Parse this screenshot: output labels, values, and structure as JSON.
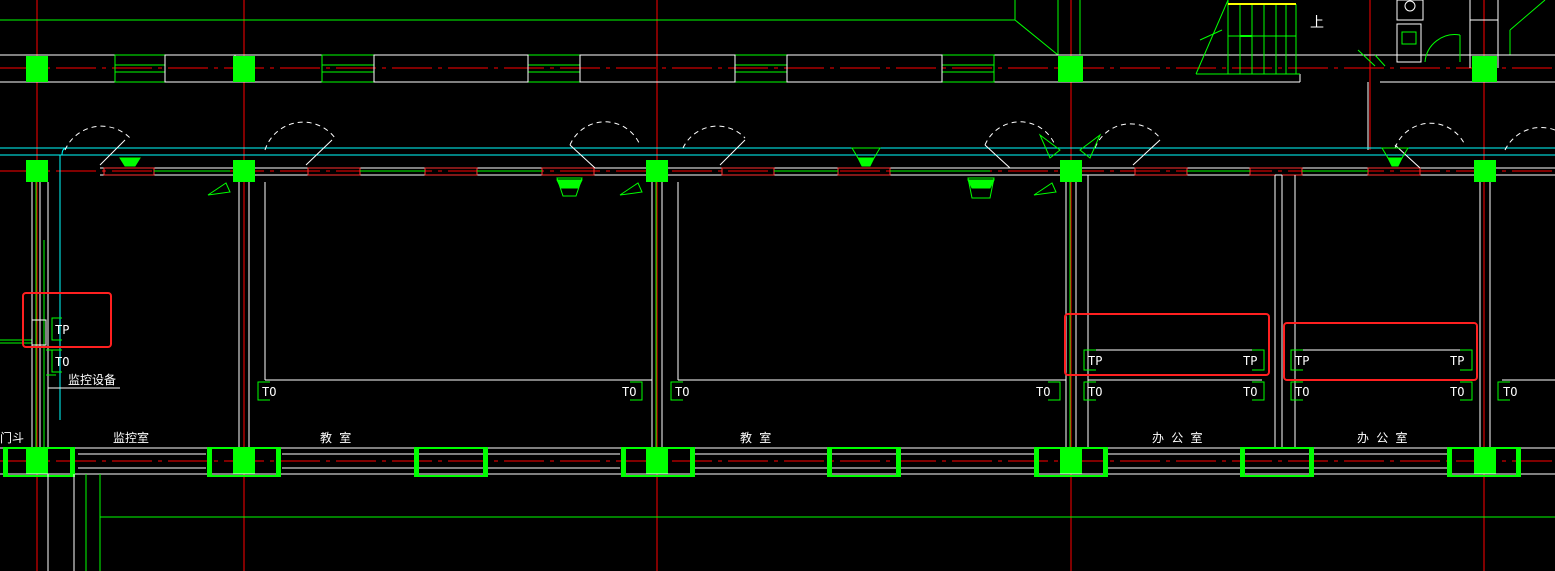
{
  "labels": {
    "stair_up": "上",
    "monitor_room_left": "门斗",
    "monitor_equipment": "监控设备",
    "monitor_room": "监控室",
    "classroom_1": "教 室",
    "classroom_2": "教 室",
    "office_1": "办 公 室",
    "office_2": "办 公 室"
  },
  "outlets": {
    "tp": "TP",
    "to": "TO"
  },
  "colors": {
    "background": "#000000",
    "wall": "#ffffff",
    "axis": "#ff0000",
    "column": "#00ff00",
    "line_green": "#00ff00",
    "cyan": "#00ffff",
    "highlight": "#ff2020"
  }
}
